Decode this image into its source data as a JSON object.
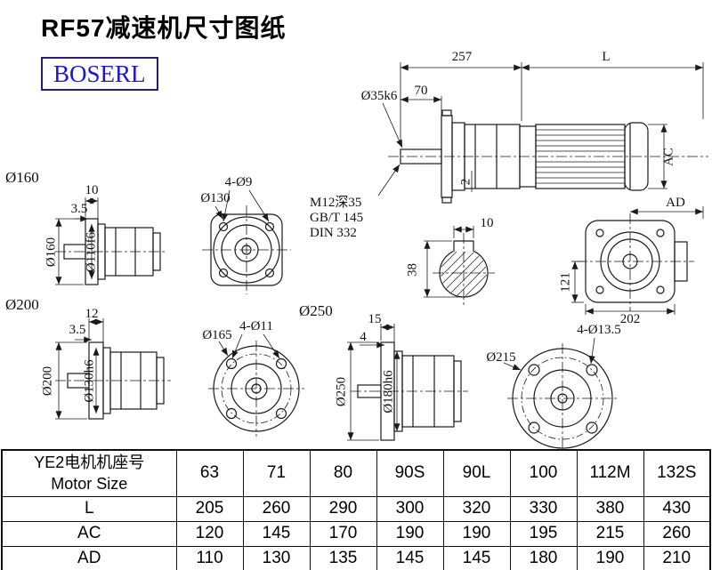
{
  "page": {
    "title": "RF57减速机尺寸图纸",
    "logo_text": "BOSERL"
  },
  "colors": {
    "line": "#1a1a1a",
    "logo_text": "#1c18c6",
    "logo_border": "#2b1d66",
    "background": "#ffffff"
  },
  "views": {
    "flange160": {
      "section_label": "Ø160",
      "dim_flange_thickness": "10",
      "dim_spigot_depth": "3.5",
      "dia_flange": "Ø160",
      "dia_spigot": "Ø110f6"
    },
    "square_flange130": {
      "holes_label": "4-Ø9",
      "dia_label": "Ø130"
    },
    "main_assembly": {
      "dim_gear_unit_length": "257",
      "dim_motor_length": "L",
      "dim_shaft_length": "70",
      "shaft_dia_label": "Ø35k6",
      "dim_motor_width": "AC",
      "dim_spigot": "2",
      "thread_note_line1": "M12深35",
      "thread_note_line2": "GB/T 145",
      "thread_note_line3": "DIN 332"
    },
    "shaft_section": {
      "dim_keyway_width": "10",
      "dim_keyway_height": "38"
    },
    "rear_view": {
      "dim_terminal_height": "AD",
      "dim_center_height": "121",
      "dim_width": "202"
    },
    "flange200": {
      "section_label": "Ø200",
      "dim_flange_thickness": "12",
      "dim_spigot_depth": "3.5",
      "dia_flange": "Ø200",
      "dia_spigot": "Ø130h6"
    },
    "flange165": {
      "holes_label": "4-Ø11",
      "dia_label": "Ø165"
    },
    "flange250_side": {
      "section_label": "Ø250",
      "dim_flange_thickness": "15",
      "dim_spigot_depth": "4",
      "dia_flange": "Ø250",
      "dia_spigot": "Ø180h6"
    },
    "flange215": {
      "holes_label": "4-Ø13.5",
      "dia_label": "Ø215"
    }
  },
  "table": {
    "header_cn": "YE2电机机座号",
    "header_en": "Motor Size",
    "sizes": [
      "63",
      "71",
      "80",
      "90S",
      "90L",
      "100",
      "112M",
      "132S"
    ],
    "rows": [
      {
        "label": "L",
        "values": [
          "205",
          "260",
          "290",
          "300",
          "320",
          "330",
          "380",
          "430"
        ]
      },
      {
        "label": "AC",
        "values": [
          "120",
          "145",
          "170",
          "190",
          "190",
          "195",
          "215",
          "260"
        ]
      },
      {
        "label": "AD",
        "values": [
          "110",
          "130",
          "135",
          "145",
          "145",
          "180",
          "190",
          "210"
        ]
      }
    ]
  }
}
